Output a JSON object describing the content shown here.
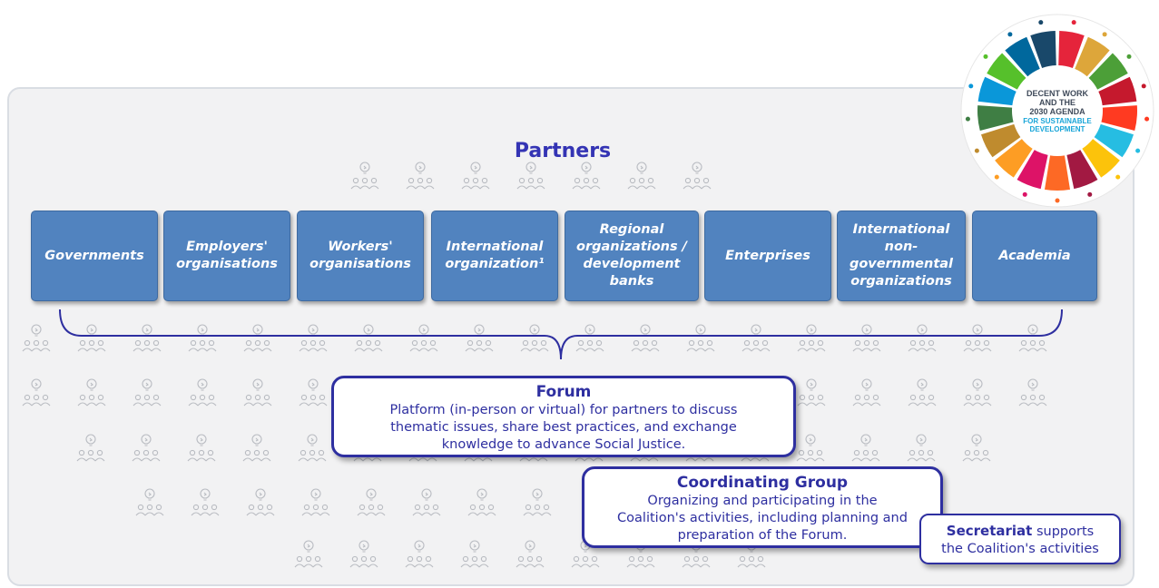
{
  "title": "Partners",
  "partners": [
    "Governments",
    "Employers' organisations",
    "Workers' organisations",
    "International organization¹",
    "Regional organizations / development banks",
    "Enterprises",
    "International non-governmental organizations",
    "Academia"
  ],
  "forum": {
    "heading": "Forum",
    "line1": "Platform (in-person or virtual) for partners to discuss",
    "line2": "thematic issues, share best practices, and exchange",
    "line3": "knowledge to advance Social Justice."
  },
  "coordinating_group": {
    "heading": "Coordinating Group",
    "line1": "Organizing and participating in the",
    "line2": "Coalition's activities, including planning and",
    "line3": "preparation of the Forum."
  },
  "secretariat": {
    "bold": "Secretariat",
    "line1_rest": " supports",
    "line2": "the Coalition's activities"
  },
  "sdg_logo": {
    "line1": "DECENT WORK",
    "line2": "AND THE",
    "line3": "2030 AGENDA",
    "line4": "FOR SUSTAINABLE",
    "line5": "DEVELOPMENT",
    "colors": [
      "#e5243b",
      "#dda63a",
      "#4c9f38",
      "#c5192d",
      "#ff3a21",
      "#26bde2",
      "#fcc30b",
      "#a21942",
      "#fd6925",
      "#dd1367",
      "#fd9d24",
      "#bf8b2e",
      "#3f7e44",
      "#0a97d9",
      "#56c02b",
      "#00689d",
      "#19486a"
    ]
  },
  "icon_names": [
    "people-lightbulb-icon"
  ]
}
